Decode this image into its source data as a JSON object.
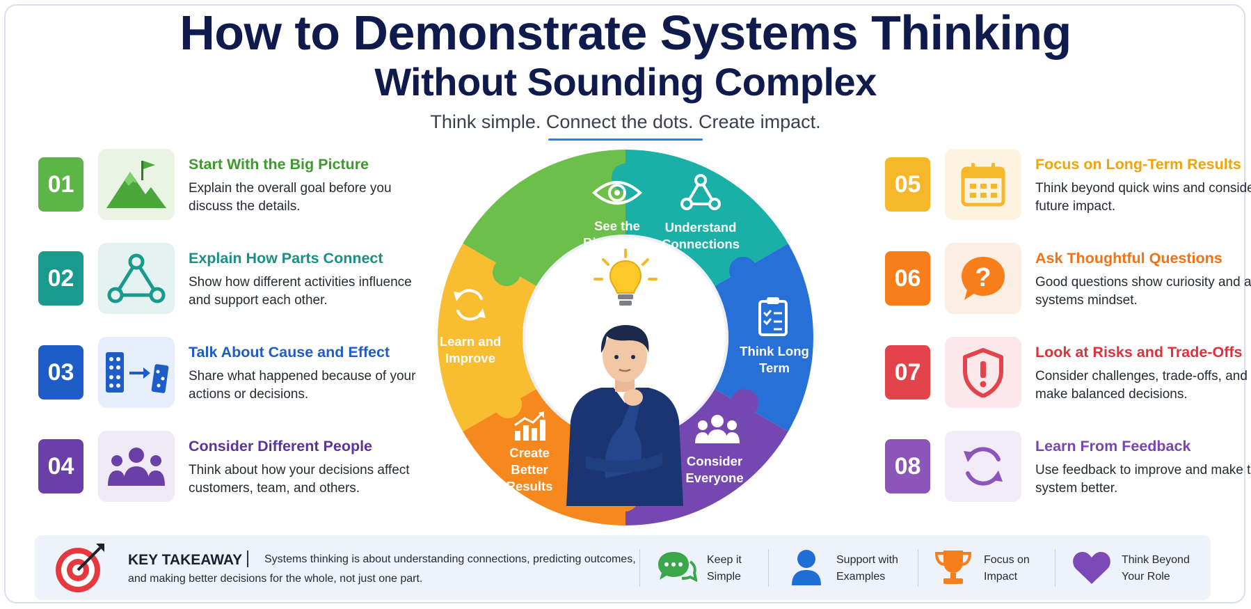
{
  "header": {
    "title_line1": "How to Demonstrate Systems Thinking",
    "title_line2": "Without Sounding Complex",
    "subtitle": "Think simple. Connect the dots. Create impact."
  },
  "colors": {
    "green": "#5cb546",
    "teal": "#1aa39a",
    "blue": "#1e5cc8",
    "purple": "#6b3fa8",
    "yellow": "#f7b72b",
    "orange": "#f77e1a",
    "red": "#e3434b",
    "violet": "#8b56b8"
  },
  "left_items": [
    {
      "number": "01",
      "title": "Start With the Big Picture",
      "desc": "Explain the overall goal before you discuss the details.",
      "icon": "mountain-flag-icon"
    },
    {
      "number": "02",
      "title": "Explain How Parts Connect",
      "desc": "Show how different activities influence and support each other.",
      "icon": "network-triangle-icon"
    },
    {
      "number": "03",
      "title": "Talk About Cause and Effect",
      "desc": "Share what happened because of your actions or decisions.",
      "icon": "domino-arrow-icon"
    },
    {
      "number": "04",
      "title": "Consider Different People",
      "desc": "Think about how your decisions affect customers, team, and others.",
      "icon": "people-group-icon"
    }
  ],
  "right_items": [
    {
      "number": "05",
      "title": "Focus on Long-Term Results",
      "desc": "Think beyond quick wins and consider future impact.",
      "icon": "calendar-icon"
    },
    {
      "number": "06",
      "title": "Ask Thoughtful Questions",
      "desc": "Good questions show curiosity and a systems mindset.",
      "icon": "question-bubble-icon"
    },
    {
      "number": "07",
      "title": "Look at Risks and Trade-Offs",
      "desc": "Consider challenges, trade-offs, and make balanced decisions.",
      "icon": "shield-alert-icon"
    },
    {
      "number": "08",
      "title": "Learn From Feedback",
      "desc": "Use feedback to improve and make the system better.",
      "icon": "refresh-cycle-icon"
    }
  ],
  "wheel": {
    "segments": [
      {
        "label": "See the\nBig Picture",
        "icon": "eye-icon"
      },
      {
        "label": "Understand\nConnections",
        "icon": "connection-triangle-icon"
      },
      {
        "label": "Think Long\nTerm",
        "icon": "clipboard-checklist-icon"
      },
      {
        "label": "Consider\nEveryone",
        "icon": "people-icon"
      },
      {
        "label": "Create\nBetter\nResults",
        "icon": "growth-chart-icon"
      },
      {
        "label": "Learn and\nImprove",
        "icon": "cycle-arrows-icon"
      }
    ],
    "center_icons": [
      "lightbulb-icon",
      "thinking-person-icon"
    ]
  },
  "takeaway": {
    "title": "KEY TAKEAWAY",
    "line1": "Systems thinking is about understanding connections, predicting outcomes,",
    "line2": "and making better decisions for the whole, not just one part.",
    "icon": "target-icon",
    "tips": [
      {
        "line1": "Keep it",
        "line2": "Simple",
        "icon": "chat-bubbles-icon"
      },
      {
        "line1": "Support with",
        "line2": "Examples",
        "icon": "user-icon"
      },
      {
        "line1": "Focus on",
        "line2": "Impact",
        "icon": "trophy-icon"
      },
      {
        "line1": "Think Beyond",
        "line2": "Your Role",
        "icon": "heart-icon"
      }
    ]
  }
}
